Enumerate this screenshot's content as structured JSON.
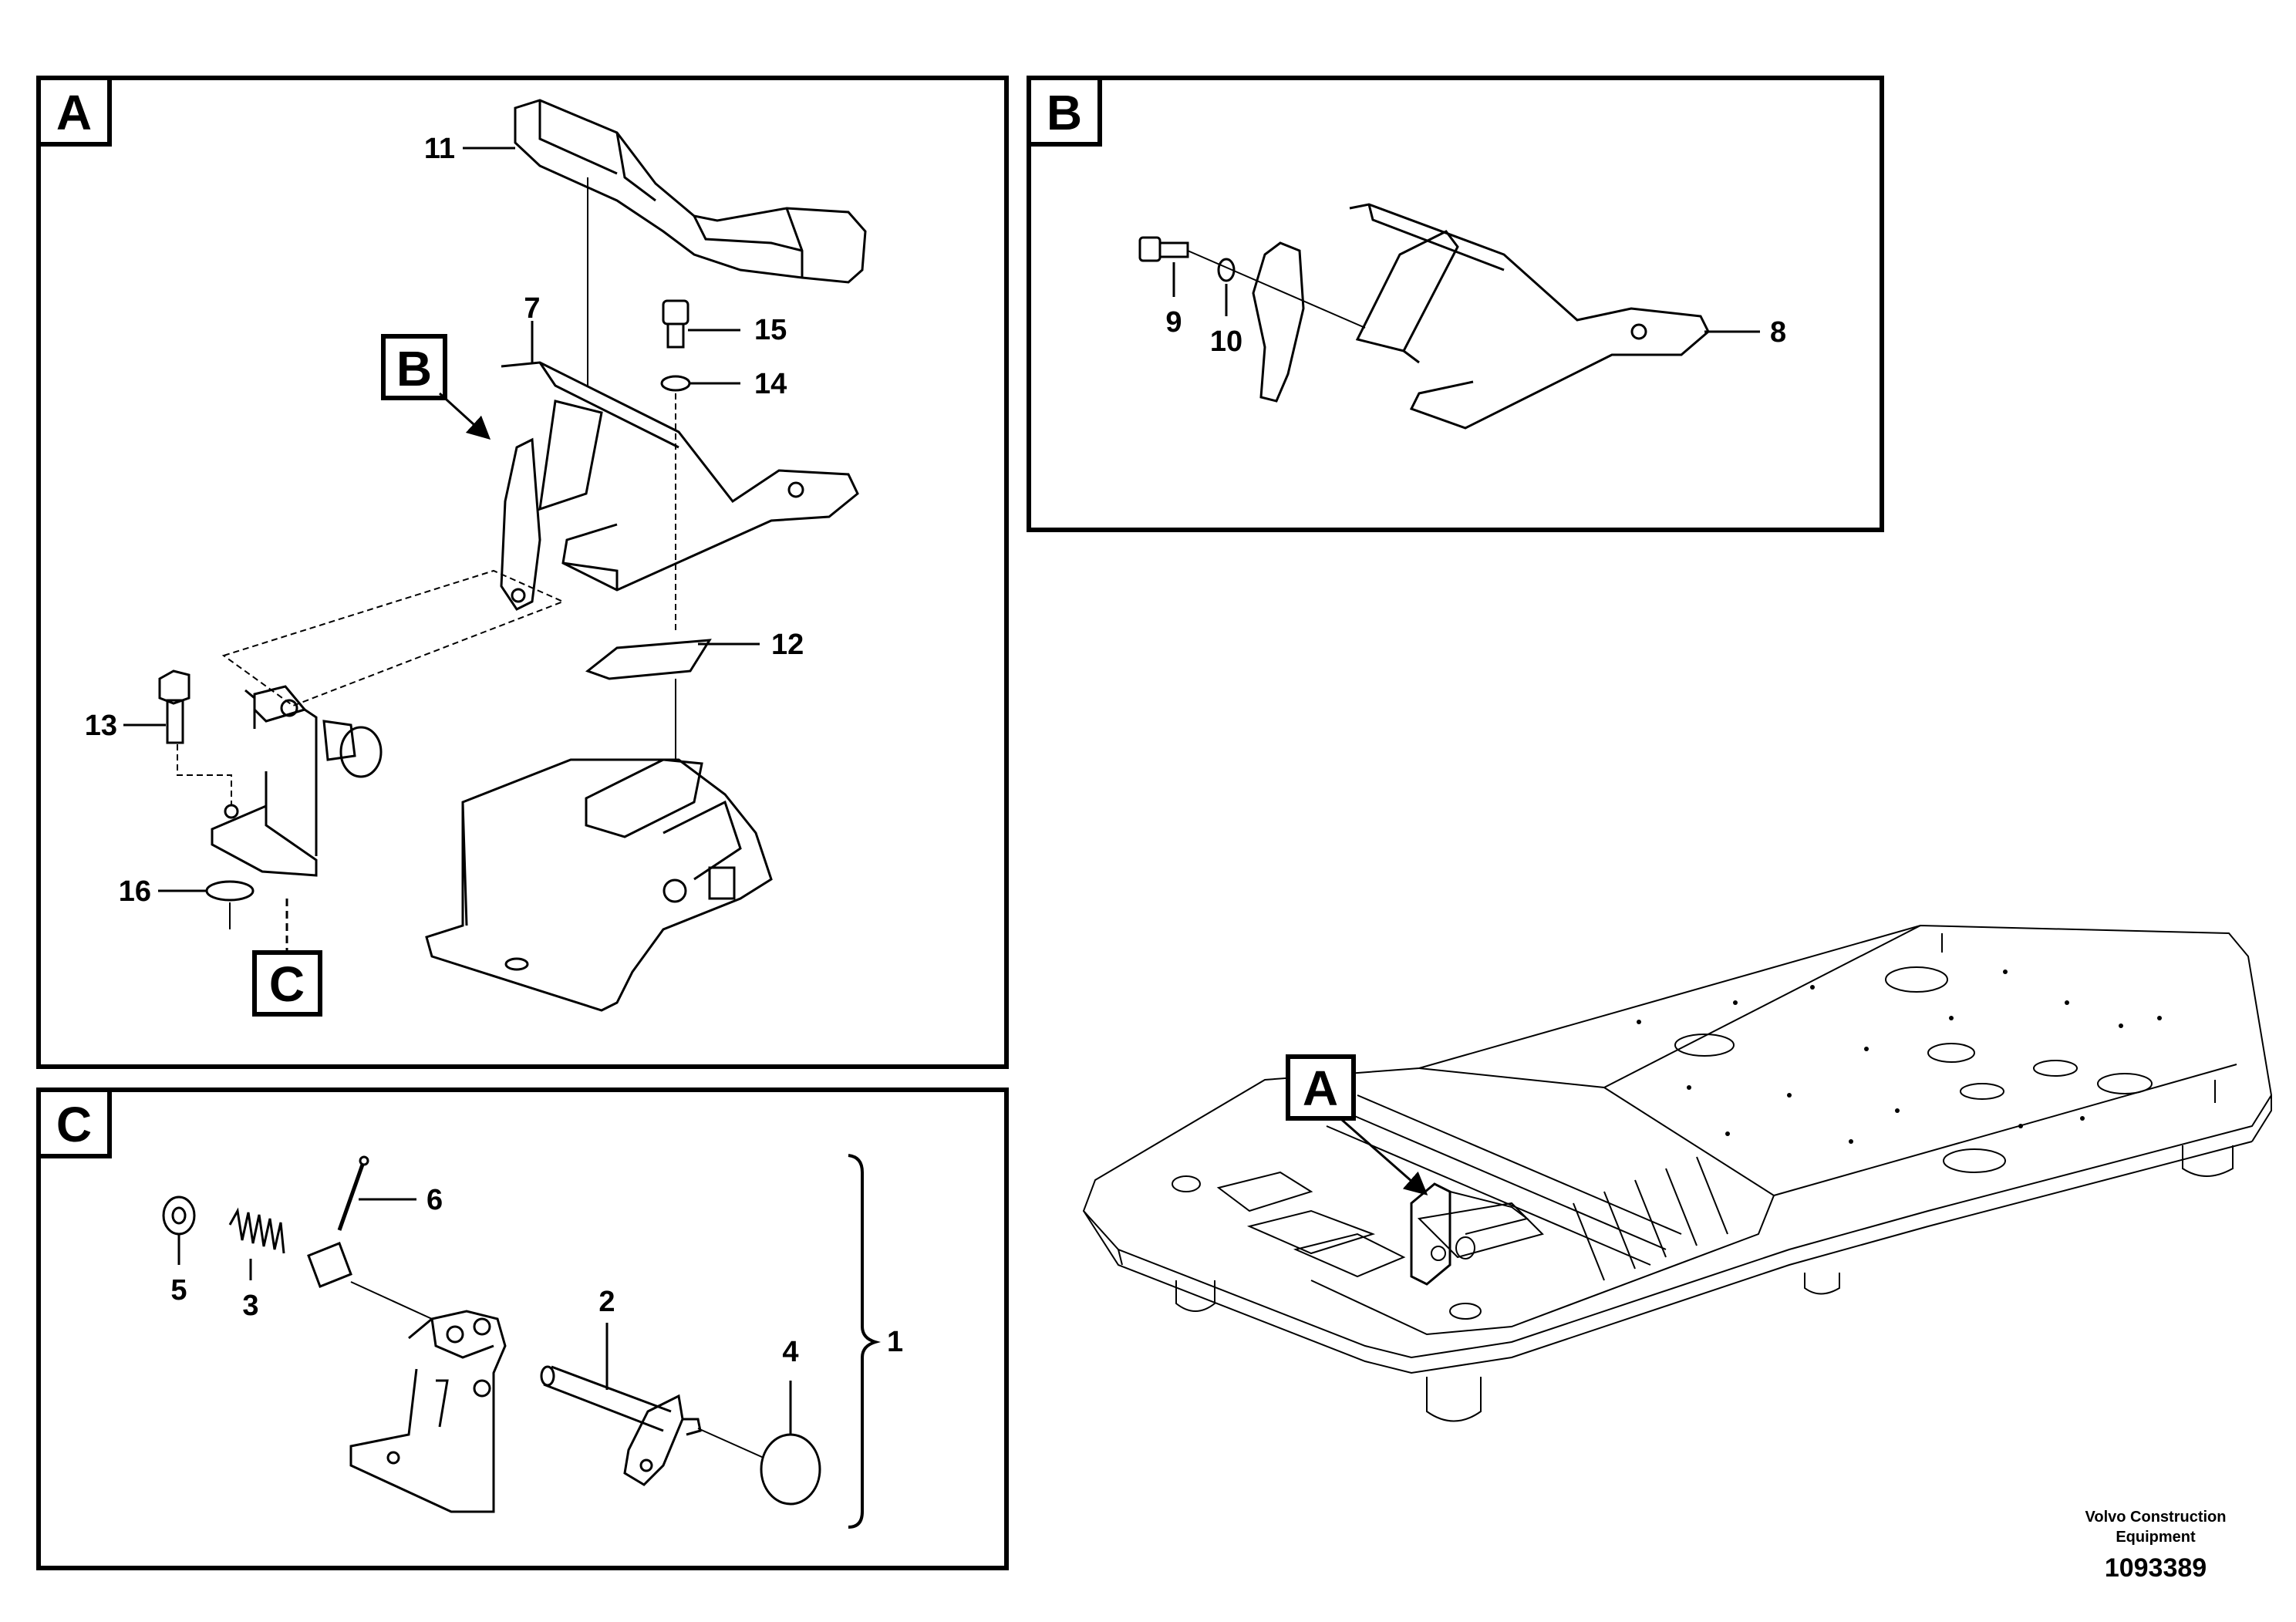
{
  "panels": {
    "a": {
      "label": "A"
    },
    "b": {
      "label": "B"
    },
    "c": {
      "label": "C"
    }
  },
  "views": {
    "a_ref_b": "B",
    "a_ref_c": "C",
    "overview_ref_a": "A"
  },
  "callouts": {
    "p1": "1",
    "p2": "2",
    "p3": "3",
    "p4": "4",
    "p5": "5",
    "p6": "6",
    "p7": "7",
    "p8": "8",
    "p9": "9",
    "p10": "10",
    "p11": "11",
    "p12": "12",
    "p13": "13",
    "p14": "14",
    "p15": "15",
    "p16": "16"
  },
  "footer": {
    "company": "Volvo Construction Equipment",
    "doc_number": "1093389"
  }
}
